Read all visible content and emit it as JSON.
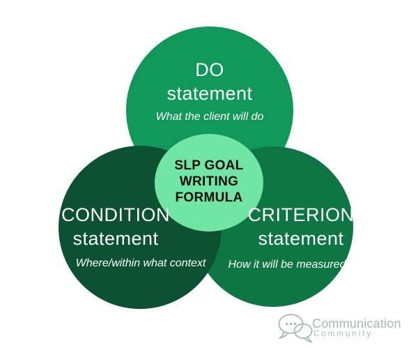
{
  "diagram": {
    "center": {
      "line1": "SLP GOAL",
      "line2": "WRITING",
      "line3": "FORMULA",
      "fill_color": "#70e5a4",
      "text_color": "#0d0d0d"
    },
    "circles": {
      "do": {
        "title": "DO",
        "title_word2": "statement",
        "description": "What the client will do",
        "fill_color": "#10975a",
        "text_color": "#ffffff"
      },
      "condition": {
        "title": "CONDITION",
        "title_word2": "statement",
        "description": "Where/within what context",
        "fill_color": "#0c5132",
        "text_color": "#ffffff"
      },
      "criterion": {
        "title": "CRITERION",
        "title_word2": "statement",
        "description": "How it will be measured",
        "fill_color": "#0e7642",
        "text_color": "#ffffff"
      }
    }
  },
  "logo": {
    "name": "Communication",
    "subname": "Community",
    "color": "#a7bbb0",
    "icon": "speech-bubbles-icon"
  }
}
